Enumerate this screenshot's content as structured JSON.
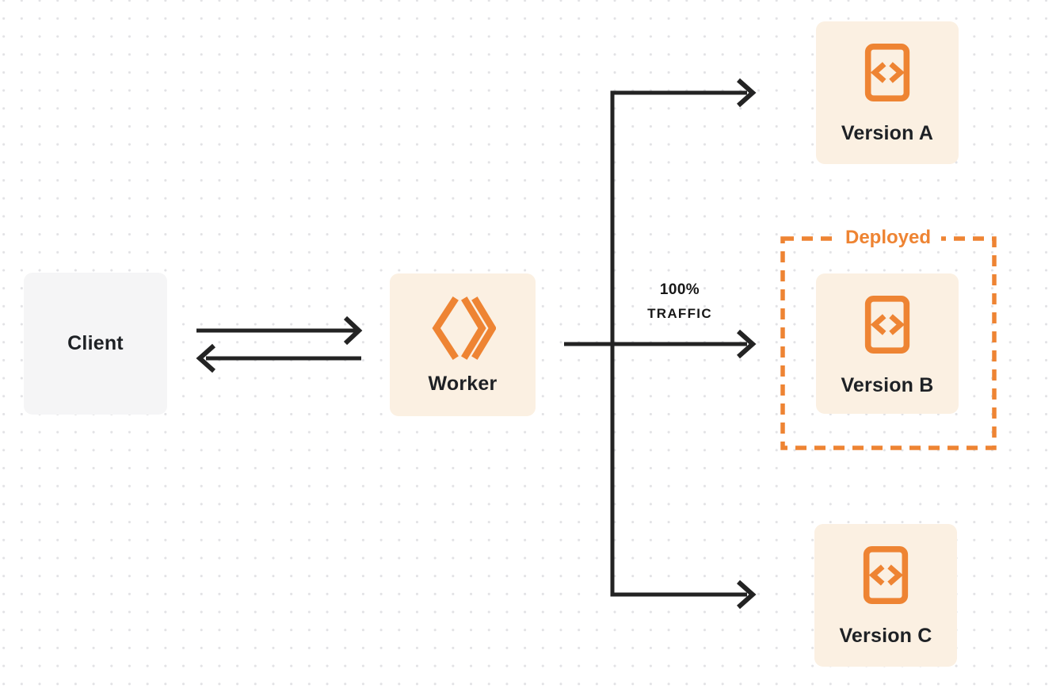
{
  "colors": {
    "accent_orange": "#EE8433",
    "version_box_bg": "#FBF0E2",
    "client_box_bg": "#F5F5F6",
    "arrow_stroke": "#232323",
    "label_text": "#1E2125",
    "dot_grid": "#E2E2E5",
    "background": "#FFFFFF"
  },
  "nodes": {
    "client": {
      "label": "Client"
    },
    "worker": {
      "label": "Worker",
      "icon": "cloudflare-workers-icon"
    },
    "versions": [
      {
        "label": "Version A",
        "icon": "code-file-icon"
      },
      {
        "label": "Version B",
        "icon": "code-file-icon",
        "deployed": true
      },
      {
        "label": "Version C",
        "icon": "code-file-icon"
      }
    ]
  },
  "annotations": {
    "traffic": {
      "line1": "100%",
      "line2": "TRAFFIC"
    },
    "deployed_group": {
      "label": "Deployed"
    }
  }
}
